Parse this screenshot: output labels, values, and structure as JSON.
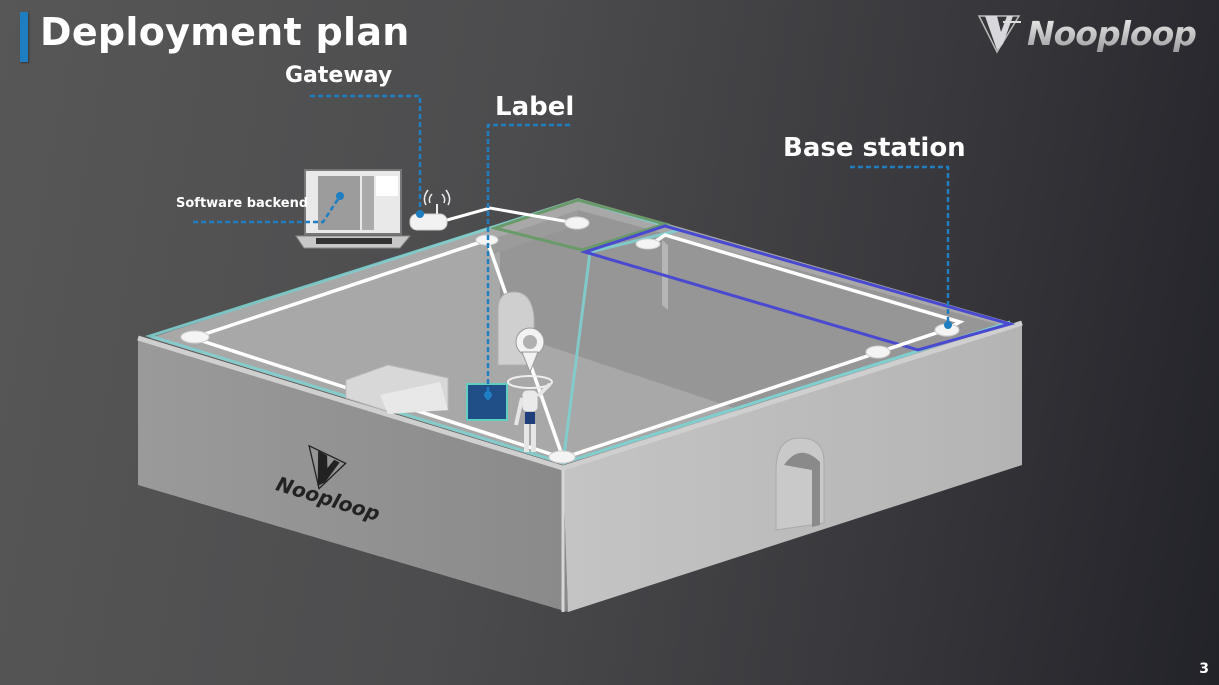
{
  "header": {
    "title": "Deployment plan",
    "brand_logo_text": "Nooploop"
  },
  "callouts": {
    "gateway": "Gateway",
    "label": "Label",
    "base_station": "Base station",
    "software_backend": "Software backend"
  },
  "scene": {
    "wall_logo_text": "Nooploop",
    "zone_colors": {
      "teal": "#7fcfcf",
      "green": "#6a9a6a",
      "blue": "#4a4ad0"
    },
    "callout_line_color": "#1f7ec2"
  },
  "footer": {
    "page_number": "3"
  }
}
